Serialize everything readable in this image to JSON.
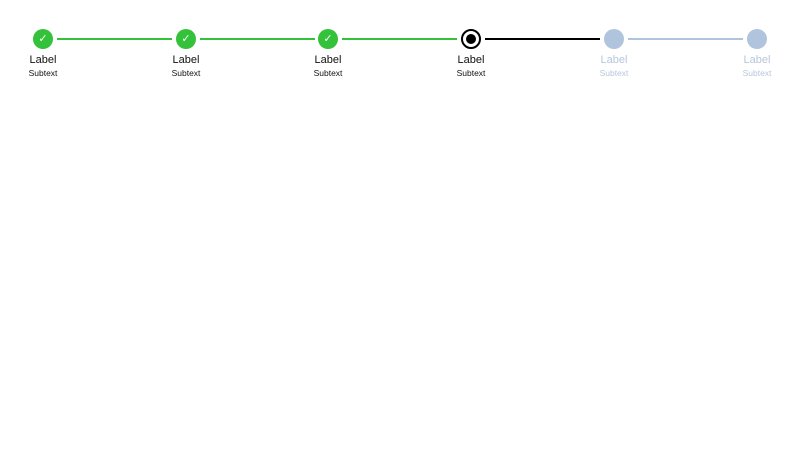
{
  "colors": {
    "completed": "#33c23a",
    "active": "#000000",
    "pending": "#b0c4de",
    "pending_text": "#b7c5dc"
  },
  "stepper": {
    "steps": [
      {
        "label": "Label",
        "subtext": "Subtext",
        "state": "completed",
        "icon": "check-icon",
        "glyph": "✓"
      },
      {
        "label": "Label",
        "subtext": "Subtext",
        "state": "completed",
        "icon": "check-icon",
        "glyph": "✓"
      },
      {
        "label": "Label",
        "subtext": "Subtext",
        "state": "completed",
        "icon": "check-icon",
        "glyph": "✓"
      },
      {
        "label": "Label",
        "subtext": "Subtext",
        "state": "active",
        "icon": "active-dot-icon"
      },
      {
        "label": "Label",
        "subtext": "Subtext",
        "state": "pending",
        "icon": "pending-circle-icon"
      },
      {
        "label": "Label",
        "subtext": "Subtext",
        "state": "pending",
        "icon": "pending-circle-icon"
      }
    ]
  }
}
